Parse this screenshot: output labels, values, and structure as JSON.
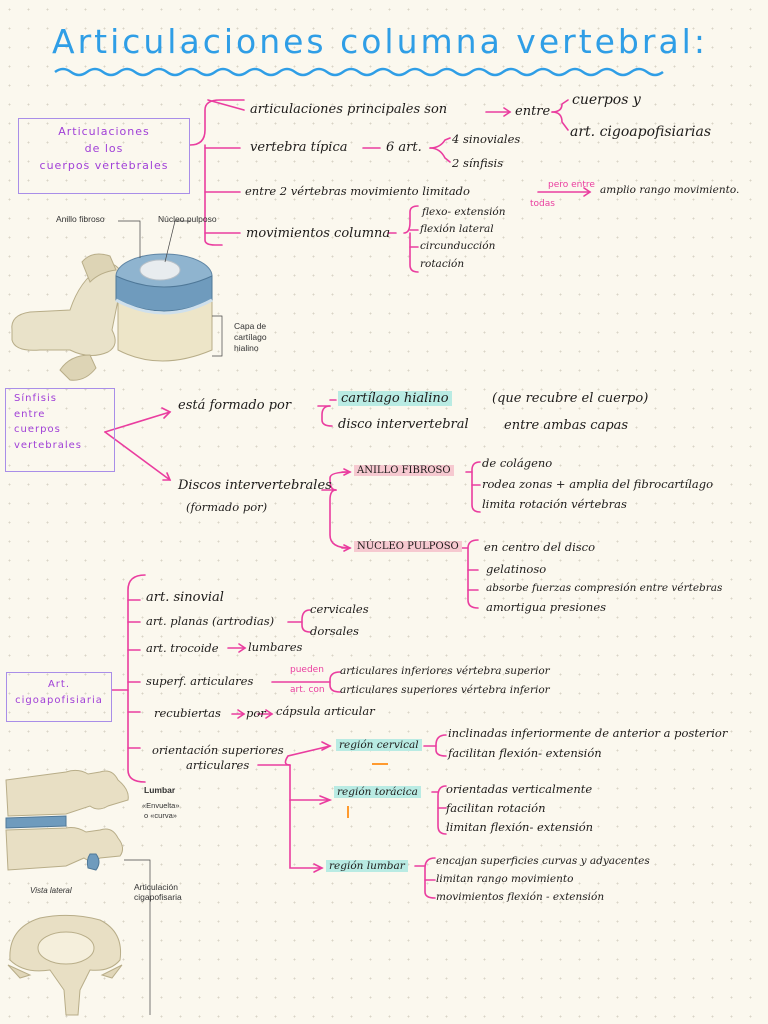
{
  "title": "Articulaciones columna vertebral:",
  "boxes": {
    "cuerpos": [
      "Articulaciones",
      "de los",
      "cuerpos vertebrales"
    ],
    "sinfisis": [
      "Sínfisis",
      "entre",
      "cuerpos",
      "vertebrales"
    ],
    "cigoapofisiaria": [
      "Art.",
      "cigoapofisiaria"
    ]
  },
  "section1": {
    "principales": "articulaciones principales son",
    "entre": "entre",
    "cuerpos": "cuerpos  y",
    "cigoapofisiarias": "art. cigoapofisiarias",
    "vertebra": "vertebra típica",
    "seis": "6 art.",
    "sinoviales": "4 sinoviales",
    "sinfisis": "2 sínfisis",
    "movimiento": "entre 2 vértebras  movimiento limitado",
    "pero": "pero entre",
    "todas": "todas",
    "amplio": "amplio rango movimiento.",
    "movimientos": "movimientos columna",
    "mov_list": [
      "flexo- extensión",
      "flexión lateral",
      "circunducción",
      "rotación"
    ]
  },
  "section2": {
    "formado": "está formado por",
    "cartilago": "cartílago hialino",
    "cartilago_rest": "(que recubre el cuerpo)",
    "disco": "disco intervertebral",
    "disco_rest": "entre ambas capas",
    "discos": "Discos intervertebrales",
    "formado_por": "(formado por)",
    "anillo": "ANILLO  FIBROSO",
    "anillo_list": [
      "de colágeno",
      "rodea zonas + amplia del fibrocartílago",
      "limita rotación vértebras"
    ],
    "nucleo": "NÚCLEO  PULPOSO",
    "nucleo_list": [
      "en centro del disco",
      "gelatinoso",
      "absorbe fuerzas compresión entre vértebras",
      "amortigua presiones"
    ]
  },
  "section3": {
    "sinovial": "art. sinovial",
    "planas": "art. planas (artrodias)",
    "cervicales": "cervicales",
    "dorsales": "dorsales",
    "trocoide": "art. trocoide",
    "lumbares": "lumbares",
    "superf": "superf. articulares",
    "pueden": "pueden",
    "art_con": "art. con",
    "inferiores": "articulares inferiores vértebra superior",
    "superiores": "articulares superiores vértebra inferior",
    "recubiertas": "recubiertas",
    "por": "por",
    "capsula": "cápsula articular",
    "orientacion": "orientación  superiores",
    "articulares": "articulares",
    "cervical": "región cervical",
    "cervical_list": [
      "inclinadas inferiormente de anterior a posterior",
      "facilitan flexión- extensión"
    ],
    "toracica": "región torácica",
    "toracica_list": [
      "orientadas verticalmente",
      "facilitan rotación",
      "limitan flexión- extensión"
    ],
    "lumbar": "región lumbar",
    "lumbar_list": [
      "encajan superficies curvas y adyacentes",
      "limitan rango movimiento",
      "movimientos flexión - extensión"
    ]
  },
  "figure1": {
    "anillo": "Anillo fibroso",
    "nucleo": "Núcleo pulposo",
    "capa": [
      "Capa de",
      "cartílago",
      "hialino"
    ]
  },
  "figure2": {
    "lumbar": "Lumbar",
    "envuelta": [
      "«Envuelta»",
      "o «curva»"
    ],
    "vista": "Vista lateral",
    "articulacion": [
      "Articulación",
      "cigapofisaria"
    ]
  },
  "colors": {
    "title": "#2f9ee6",
    "box_text": "#a03fd7",
    "box_border": "#a98ee8",
    "connector": "#ea3d9f",
    "highlight_teal": "#b9ebe3",
    "highlight_pink": "#f6c9d0"
  }
}
